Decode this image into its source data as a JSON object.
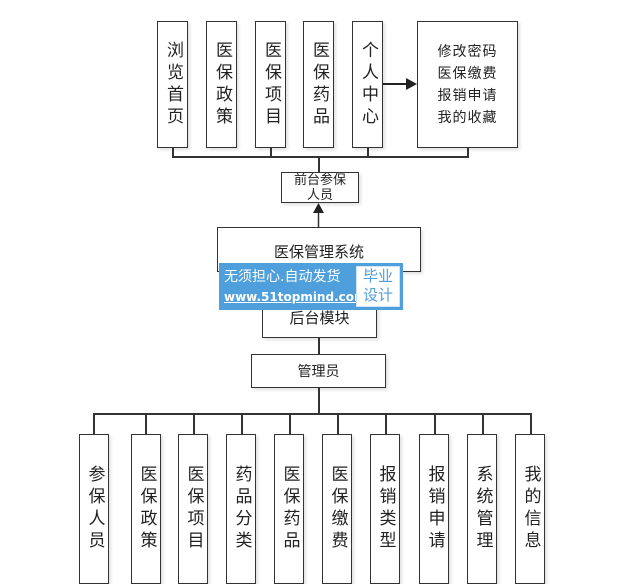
{
  "diagram": {
    "frontend_items": [
      "浏览首页",
      "医保政策",
      "医保项目",
      "医保药品",
      "个人中心"
    ],
    "personal_center_details": [
      "修改密码",
      "医保缴费",
      "报销申请",
      "我的收藏"
    ],
    "frontend_role": "前台参保人员",
    "system_name": "医保管理系统",
    "backend_module": "后台模块",
    "admin_role": "管理员",
    "backend_items": [
      "参保人员",
      "医保政策",
      "医保项目",
      "药品分类",
      "医保药品",
      "医保缴费",
      "报销类型",
      "报销申请",
      "系统管理",
      "我的信息"
    ]
  },
  "watermark": {
    "line1": "无须担心.自动发货",
    "line2": "www.51topmind.com",
    "badge_line1": "毕业",
    "badge_line2": "设计",
    "color": "#4e9fdc"
  }
}
